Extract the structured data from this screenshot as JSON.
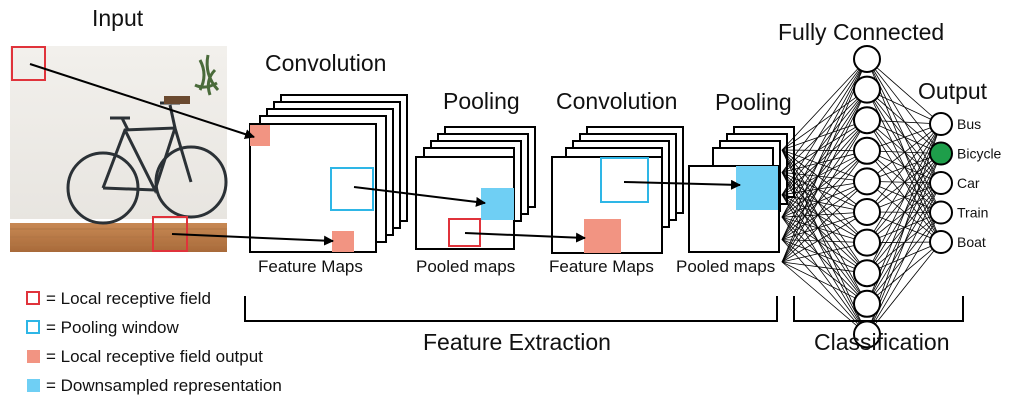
{
  "labels": {
    "input": "Input",
    "convolution_1": "Convolution",
    "pooling_1": "Pooling",
    "convolution_2": "Convolution",
    "pooling_2": "Pooling",
    "fully_connected": "Fully Connected",
    "output": "Output",
    "feature_maps_1": "Feature Maps",
    "pooled_maps_1": "Pooled maps",
    "feature_maps_2": "Feature Maps",
    "pooled_maps_2": "Pooled maps",
    "feature_extraction": "Feature Extraction",
    "classification": "Classification"
  },
  "output_classes": [
    {
      "label": "Bus",
      "active": false
    },
    {
      "label": "Bicycle",
      "active": true
    },
    {
      "label": "Car",
      "active": false
    },
    {
      "label": "Train",
      "active": false
    },
    {
      "label": "Boat",
      "active": false
    }
  ],
  "legend": [
    {
      "symbol": "red-outline-square",
      "text": "= Local receptive field"
    },
    {
      "symbol": "blue-outline-square",
      "text": "= Pooling window"
    },
    {
      "symbol": "red-filled-square",
      "text": "= Local receptive field output"
    },
    {
      "symbol": "blue-filled-square",
      "text": "= Downsampled representation"
    }
  ],
  "colors": {
    "receptive_red": "#e0333b",
    "receptive_fill": "#f29482",
    "pool_blue": "#2eb6e6",
    "pool_fill": "#6fcff4",
    "active_neuron": "#1e9e4a"
  },
  "hidden_neuron_count": 10
}
